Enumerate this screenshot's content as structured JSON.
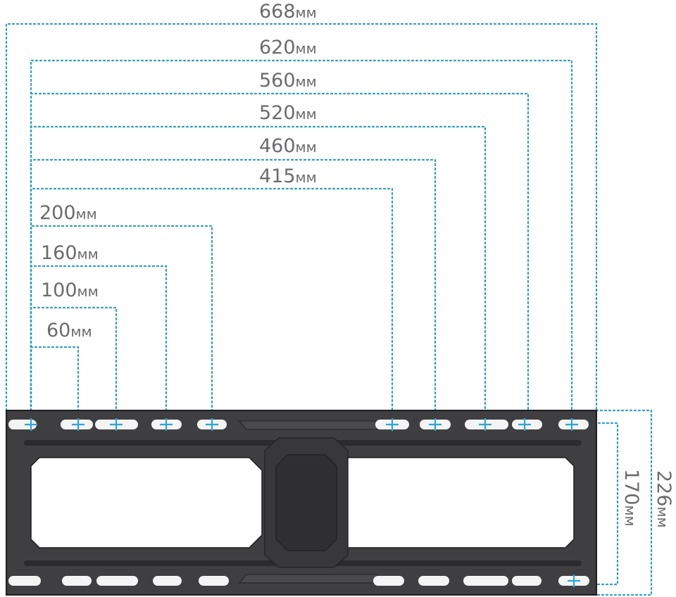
{
  "diagram": {
    "horizontal_dimensions": [
      {
        "value": "668",
        "unit": "мм"
      },
      {
        "value": "620",
        "unit": "мм"
      },
      {
        "value": "560",
        "unit": "мм"
      },
      {
        "value": "520",
        "unit": "мм"
      },
      {
        "value": "460",
        "unit": "мм"
      },
      {
        "value": "415",
        "unit": "мм"
      },
      {
        "value": "200",
        "unit": "мм"
      },
      {
        "value": "160",
        "unit": "мм"
      },
      {
        "value": "100",
        "unit": "мм"
      },
      {
        "value": "60",
        "unit": "мм"
      }
    ],
    "vertical_dimensions": [
      {
        "value": "170",
        "unit": "мм"
      },
      {
        "value": "226",
        "unit": "мм"
      }
    ],
    "colors": {
      "plate": "#3f3f41",
      "plate_edge": "#1e1e20",
      "guide": "#2f9cbf",
      "label": "#6b6b6b"
    }
  }
}
